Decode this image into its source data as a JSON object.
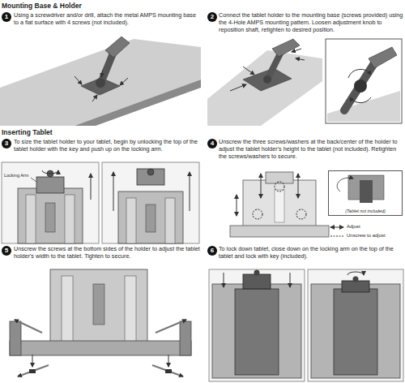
{
  "diagram": {
    "nodes": [
      {
        "text": [
          "1"
        ]
      },
      {
        "text": [
          "2"
        ]
      },
      {
        "text": [
          "3"
        ]
      },
      {
        "text": [
          "4"
        ]
      },
      {
        "text": [
          "(Tablet not included)"
        ]
      },
      {
        "text": [
          "5"
        ]
      },
      {
        "text": [
          "6"
        ]
      }
    ],
    "labels": [
      "Mounting Base & Holder",
      "Using a screwdriver and/or drill, attach the metal AMPS mounting base to a flat surface with 4 screws (not included).",
      "Connect the tablet holder to the mounting base (screws provided) using the 4-Hole AMPS mounting pattern. Loosen adjustment knob to reposition shaft, retighten to desired position.",
      "Inserting Tablet",
      "To size the tablet holder to your tablet, begin by unlocking the top of the tablet holder with the key and push up on the locking arm.",
      "Locking Arm",
      "Unscrew the three screws/washers at the back/center of the holder to adjust the tablet holder's height to the tablet (not included). Retighten the screws/washers to secure.",
      "Unscrew the screws at the bottom sides of the holder to adjust the tablet holder's width to the tablet. Tighten to secure.",
      "To lock down tablet, close down on the locking arm on the top of the tablet and lock with key (included)."
    ],
    "legend": [
      {
        "text": "Adjust"
      },
      {
        "text": "Unscrew to adjust"
      }
    ]
  }
}
